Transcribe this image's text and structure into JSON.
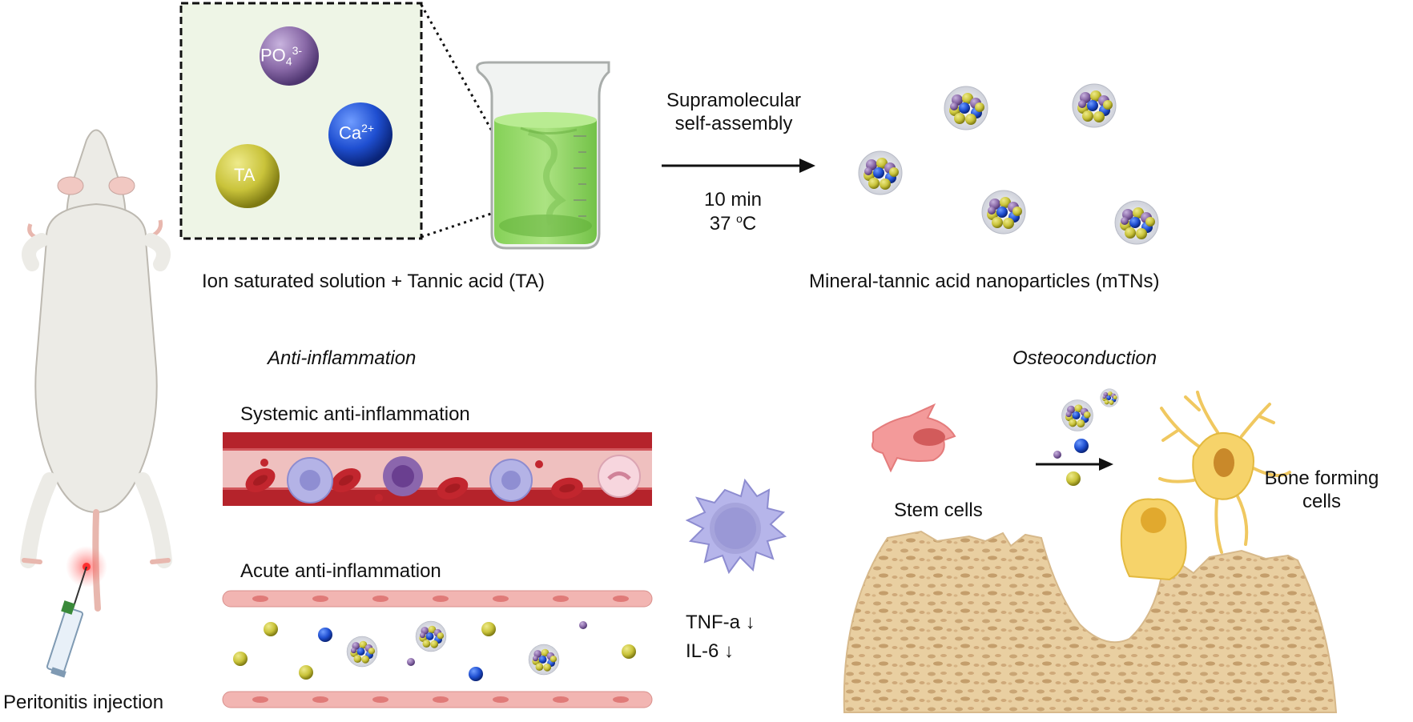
{
  "ions": {
    "phosphate_base": "PO",
    "phosphate_sub": "4",
    "phosphate_sup": "3-",
    "calcium_base": "Ca",
    "calcium_sup": "2+",
    "tannic": "TA"
  },
  "synthesis": {
    "solution_caption": "Ion saturated solution + Tannic acid (TA)",
    "process_line1": "Supramolecular",
    "process_line2": "self-assembly",
    "time": "10 min",
    "temp_value": "37 ",
    "temp_unit_sup": "o",
    "temp_unit": "C",
    "product_caption": "Mineral-tannic acid nanoparticles (mTNs)"
  },
  "anti_inflammation": {
    "heading": "Anti-inflammation",
    "systemic": "Systemic anti-inflammation",
    "acute": "Acute anti-inflammation",
    "cytokine1": "TNF-a ↓",
    "cytokine2": "IL-6 ↓",
    "mouse_caption": "Peritonitis injection"
  },
  "osteo": {
    "heading": "Osteoconduction",
    "stem": "Stem cells",
    "bone_line1": "Bone forming",
    "bone_line2": "cells"
  },
  "colors": {
    "purple": "#8a6aa8",
    "blue": "#1f4fd1",
    "yellow": "#c9c33a",
    "rbc": "#c2262e",
    "vessel": "#b5232b",
    "bone": "#e6c99a",
    "osteoblast": "#f2c94c",
    "stem": "#f08080"
  }
}
